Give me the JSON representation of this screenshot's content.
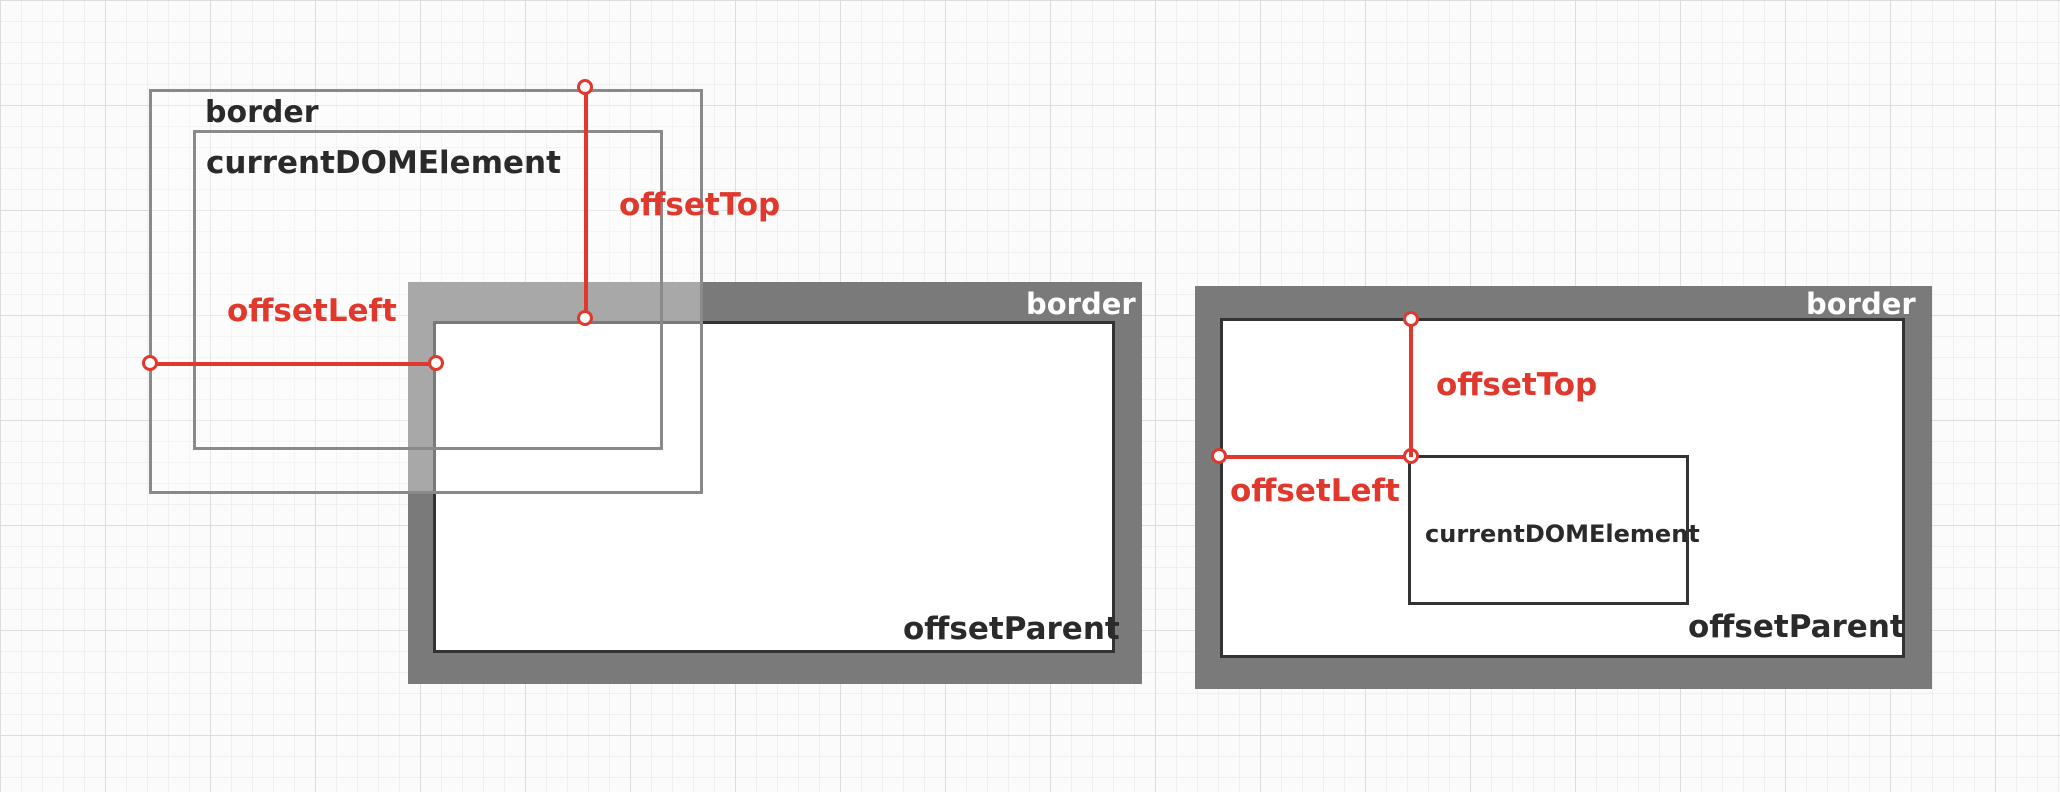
{
  "left_diagram": {
    "outer_border_label": "border",
    "element_label": "currentDOMElement",
    "parent_border_label": "border",
    "parent_label": "offsetParent",
    "offset_left_label": "offsetLeft",
    "offset_top_label": "offsetTop"
  },
  "right_diagram": {
    "parent_border_label": "border",
    "parent_label": "offsetParent",
    "element_label": "currentDOMElement",
    "offset_left_label": "offsetLeft",
    "offset_top_label": "offsetTop"
  },
  "colors": {
    "border_band": "#7a7a7a",
    "offset_line": "#e0382c",
    "element_outline": "#8a8a8a"
  }
}
